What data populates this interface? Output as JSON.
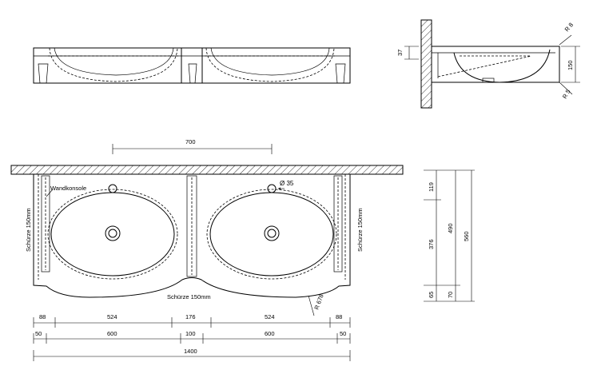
{
  "dimensions": {
    "top_span": "700",
    "hole_dia": "Ø 35",
    "wall_bracket": "Wandkonsole",
    "apron_left": "Schürze 150mm",
    "apron_right": "Schürze 150mm",
    "apron_bottom": "Schürze 150mm",
    "front_radius": "R 678",
    "row1": [
      "88",
      "524",
      "176",
      "524",
      "88"
    ],
    "row2": [
      "50",
      "600",
      "100",
      "600",
      "50"
    ],
    "total": "1400",
    "right_col": [
      "119",
      "376",
      "65"
    ],
    "right_inner": [
      "490",
      "70"
    ],
    "right_total": "560",
    "side_depth": "37",
    "side_height": "150",
    "side_r8": "R 8",
    "side_r5": "R 5"
  }
}
